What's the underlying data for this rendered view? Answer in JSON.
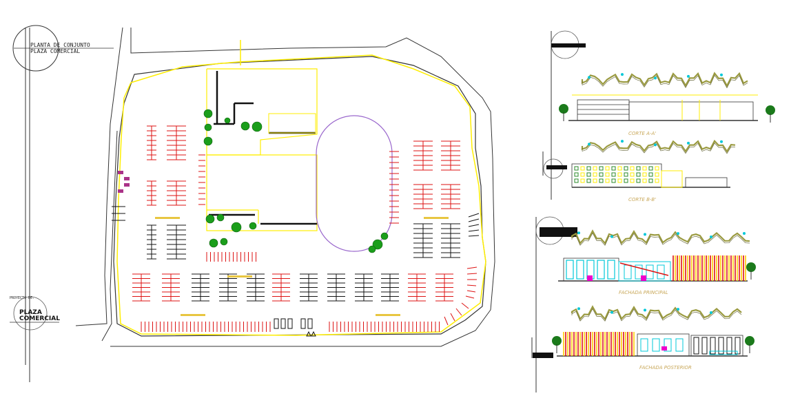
{
  "title_block": {
    "line1": "PLANTA DE CONJUNTO",
    "line2": "PLAZA COMERCIAL"
  },
  "project_block": {
    "label": "PROYECTO DE:",
    "name_line1": "PLAZA",
    "name_line2": "COMERCIAL"
  },
  "section_titles": {
    "corte_aa": "CORTE A-A'",
    "corte_bb": "CORTE B-B'",
    "fachada_principal": "FACHADA PRINCIPAL",
    "fachada_posterior": "FACHADA POSTERIOR"
  },
  "colors": {
    "site_outline": "#333333",
    "yellow_path": "#ffee00",
    "parking_red": "#dd1111",
    "parking_black": "#111111",
    "tree_green": "#1b9e1b",
    "oval": "#9966cc",
    "cyan": "#00c8d8",
    "magenta": "#ee00cc"
  }
}
